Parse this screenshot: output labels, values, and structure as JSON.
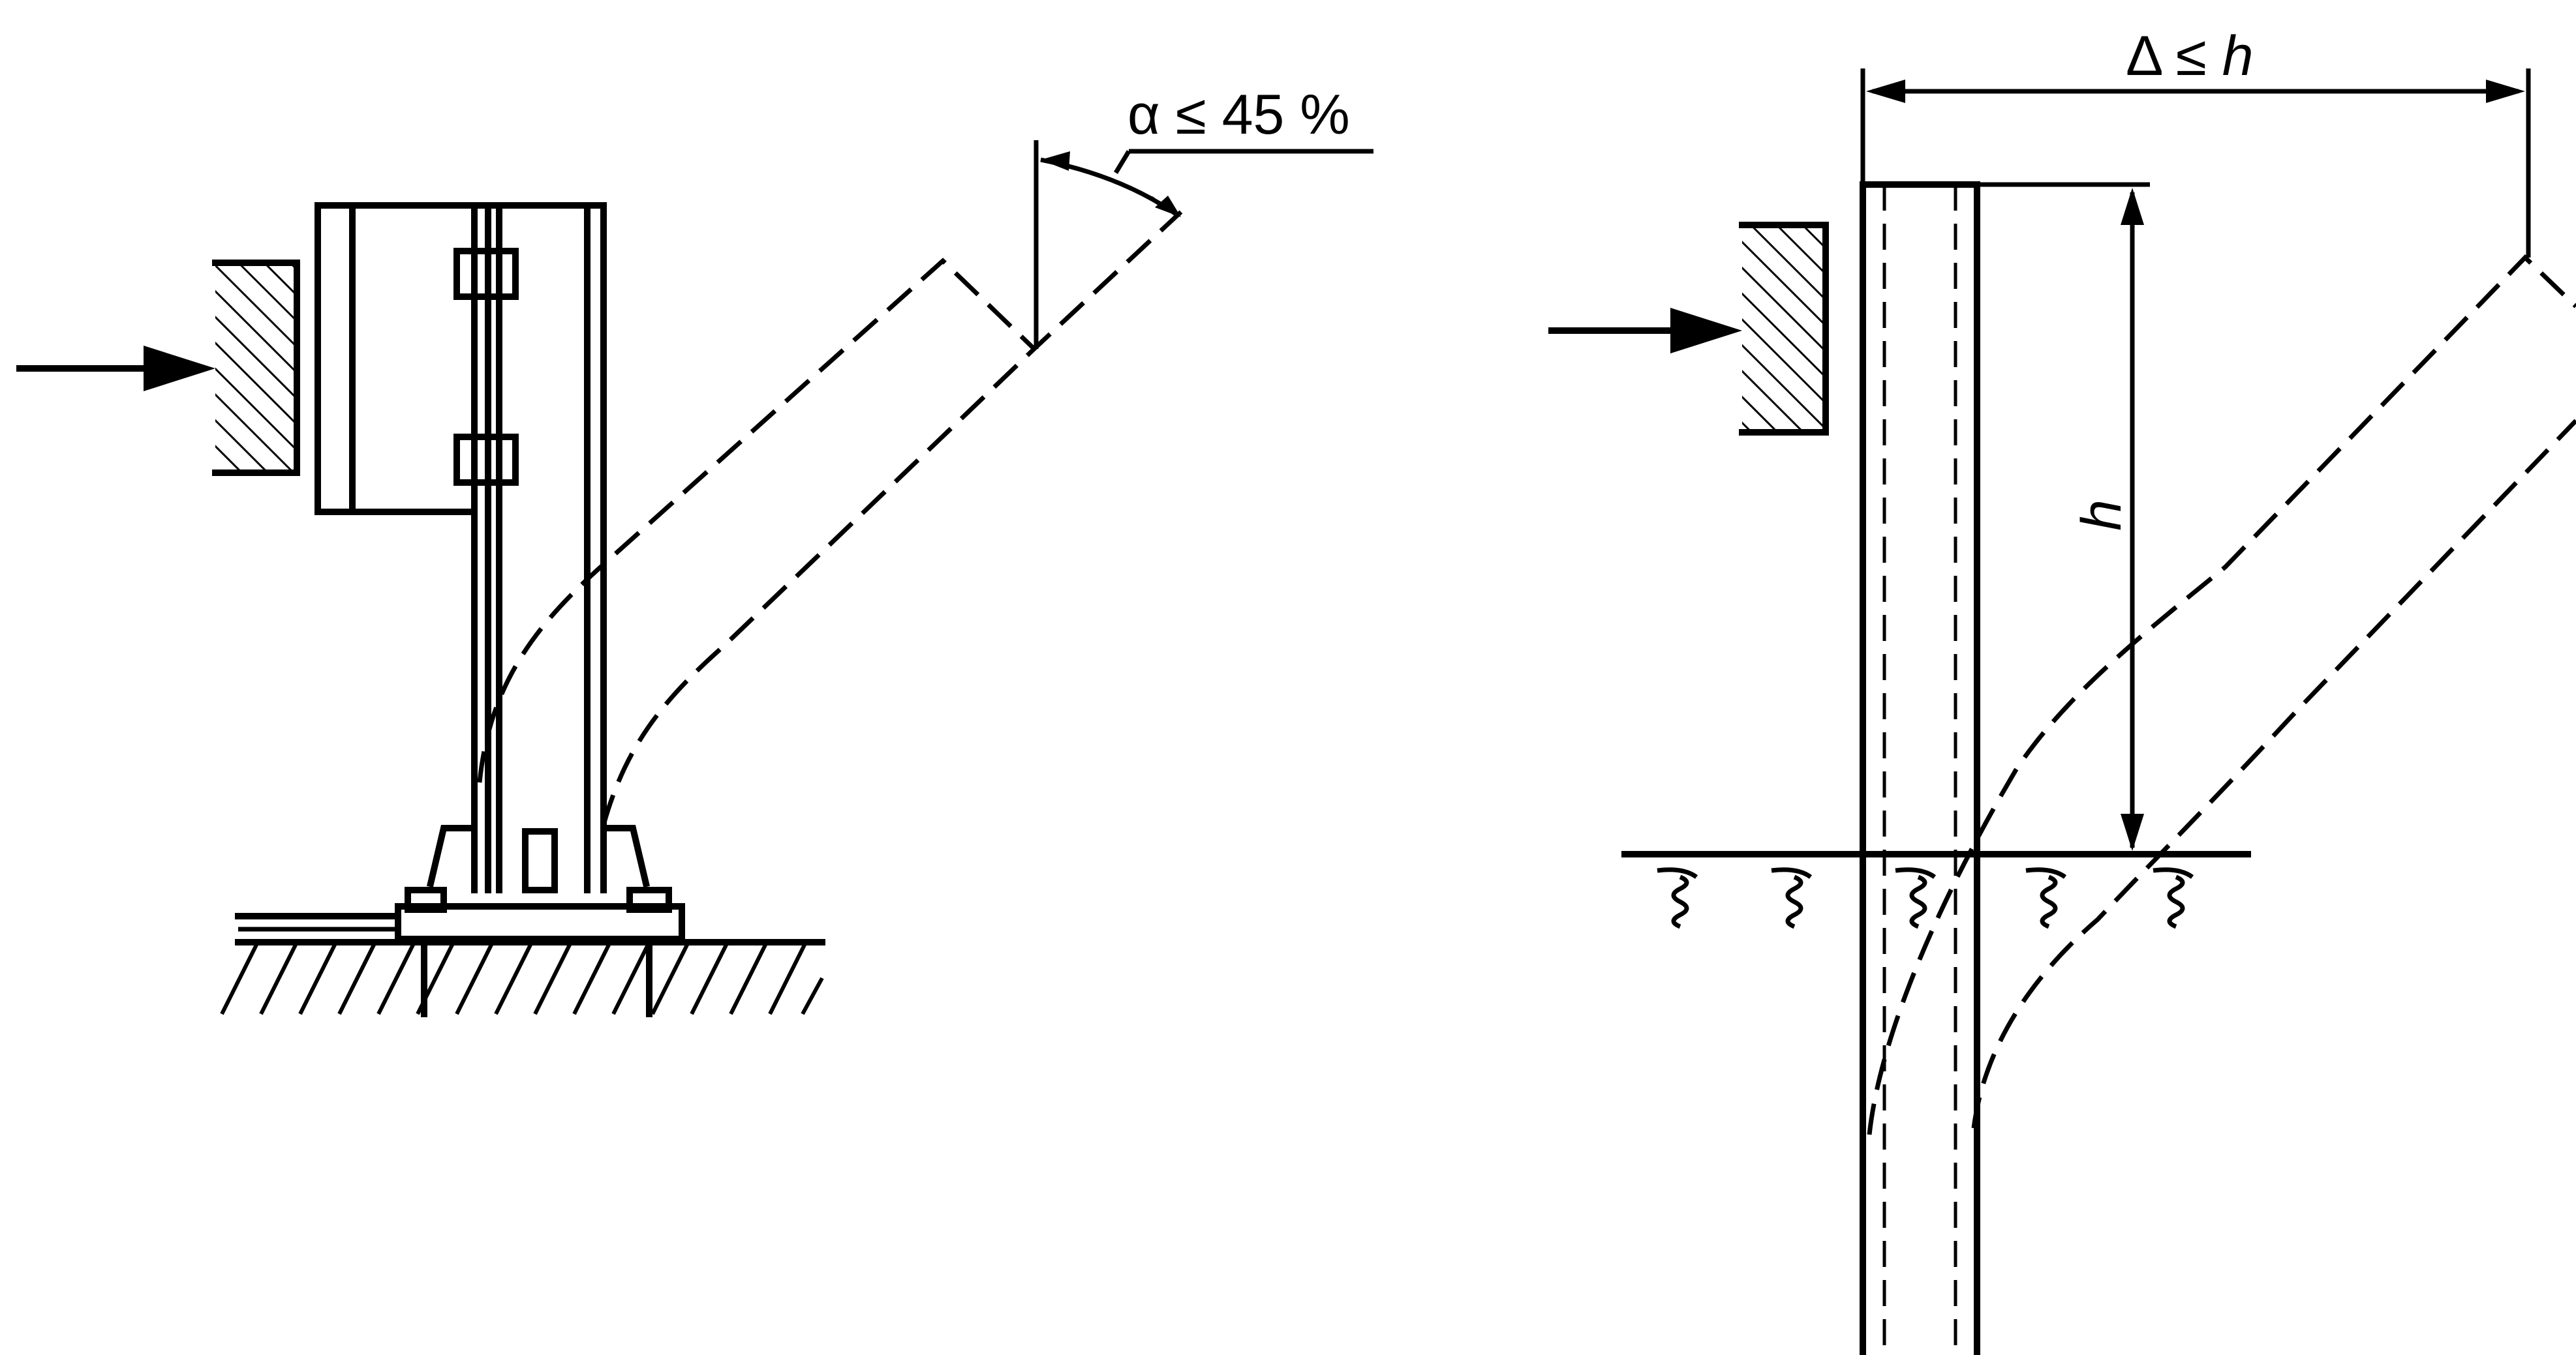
{
  "labels": {
    "angle_limit": "α ≤ 45 %",
    "deflection_limit_symbol": "Δ ≤ ",
    "deflection_limit_var": "h",
    "height": "h"
  },
  "colors": {
    "line": "#000000",
    "background": "#ffffff"
  },
  "icons": {
    "load_arrows": "right-arrow-icon",
    "ground": "hatched-ground-icon"
  }
}
